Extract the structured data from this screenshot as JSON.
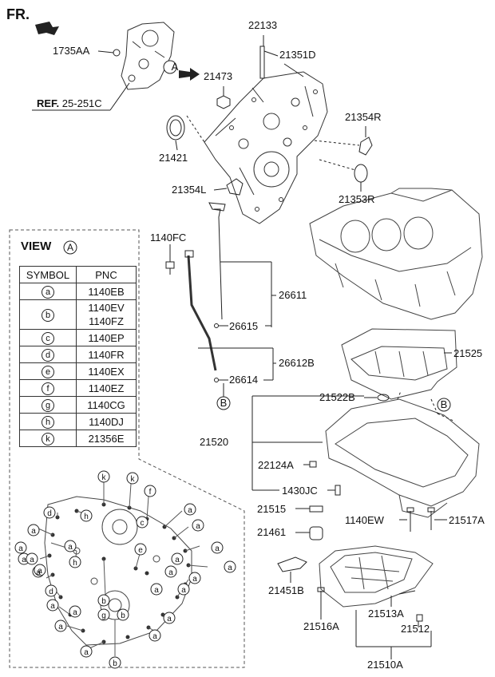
{
  "header": {
    "fr": "FR.",
    "ref_prefix": "REF.",
    "ref_code": "25-251C"
  },
  "view": {
    "title": "VIEW",
    "marker": "A"
  },
  "table": {
    "col_symbol": "SYMBOL",
    "col_pnc": "PNC",
    "rows": [
      {
        "symbol": "a",
        "pnc": "1140EB"
      },
      {
        "symbol": "b",
        "pnc": "1140EV\n1140FZ"
      },
      {
        "symbol": "c",
        "pnc": "1140EP"
      },
      {
        "symbol": "d",
        "pnc": "1140FR"
      },
      {
        "symbol": "e",
        "pnc": "1140EX"
      },
      {
        "symbol": "f",
        "pnc": "1140EZ"
      },
      {
        "symbol": "g",
        "pnc": "1140CG"
      },
      {
        "symbol": "h",
        "pnc": "1140DJ"
      },
      {
        "symbol": "k",
        "pnc": "21356E"
      }
    ]
  },
  "parts": {
    "p1735AA": "1735AA",
    "p22133": "22133",
    "p21351D": "21351D",
    "p21473": "21473",
    "p21354R": "21354R",
    "p21421": "21421",
    "p21354L": "21354L",
    "p21353R": "21353R",
    "p1140FC": "1140FC",
    "p26611": "26611",
    "p26615": "26615",
    "p26612B": "26612B",
    "p26614": "26614",
    "p21525": "21525",
    "p21522B": "21522B",
    "p21520": "21520",
    "p22124A": "22124A",
    "p1430JC": "1430JC",
    "p21515": "21515",
    "p1140EW": "1140EW",
    "p21517A": "21517A",
    "p21461": "21461",
    "p21451B": "21451B",
    "p21516A": "21516A",
    "p21513A": "21513A",
    "p21512": "21512",
    "p21510A": "21510A"
  },
  "markers": {
    "A": "A",
    "B": "B"
  }
}
